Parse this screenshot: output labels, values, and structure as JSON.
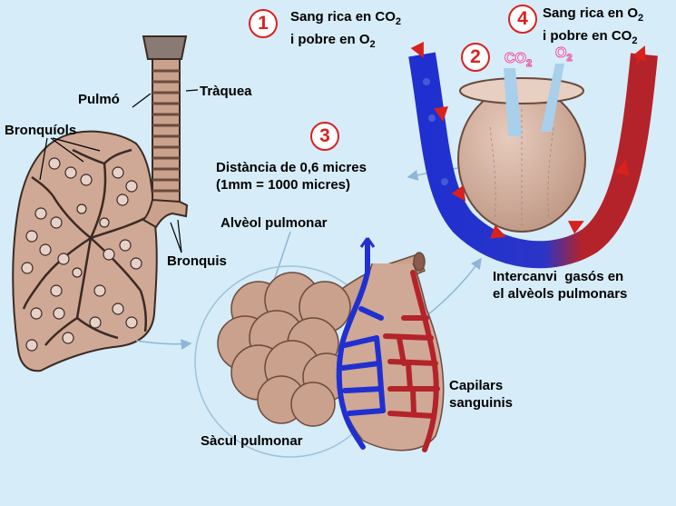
{
  "labels": {
    "pulmo": "Pulmó",
    "traquea": "Tràquea",
    "bronquiols": "Bronquíols",
    "bronquis": "Bronquis",
    "alveol": "Alvèol pulmonar",
    "sacul": "Sàcul pulmonar",
    "capilars_1": "Capilars",
    "capilars_2": "sanguinis",
    "intercanvi_1": "Intercanvi  gasós en",
    "intercanvi_2": "el alvèols pulmonars",
    "distancia_1": "Distància de 0,6 micres",
    "distancia_2": "(1mm = 1000 micres)",
    "step1_line1": "Sang rica en CO",
    "step1_line1_sub": "2",
    "step1_line2": "i pobre en O",
    "step1_line2_sub": "2",
    "step4_line1": "Sang rica en O",
    "step4_line1_sub": "2",
    "step4_line2": "i pobre en CO",
    "step4_line2_sub": "2"
  },
  "steps": [
    "1",
    "2",
    "3",
    "4"
  ],
  "gases": {
    "co2": "CO",
    "co2_sub": "2",
    "o2": "O",
    "o2_sub": "2"
  },
  "colors": {
    "background": "#d6ecf8",
    "step_circle": "#d9211e",
    "deoxygenated_blood": "#1f2fd0",
    "oxygenated_blood": "#b4232a",
    "tissue": "#cfa996",
    "gas_label": "#e44fa0"
  }
}
